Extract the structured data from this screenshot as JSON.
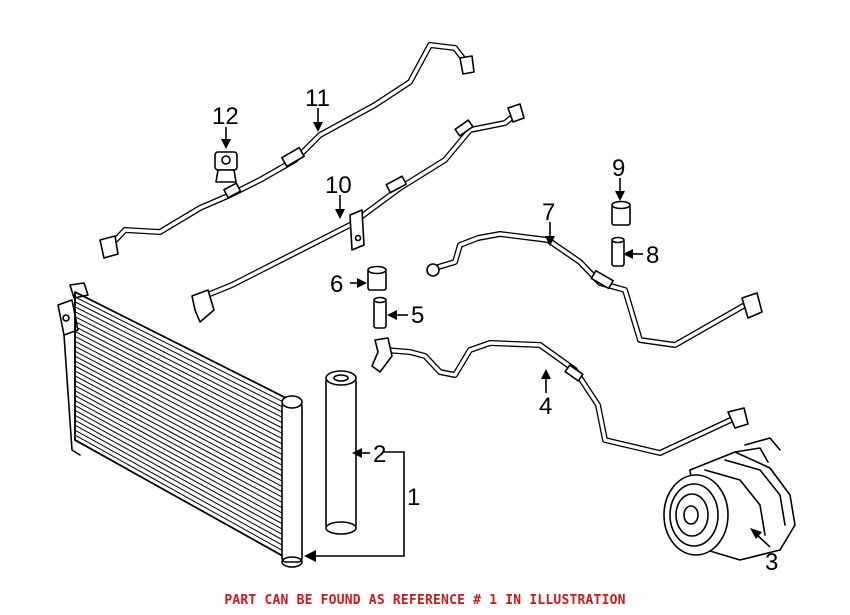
{
  "callouts": {
    "c1": "1",
    "c2": "2",
    "c3": "3",
    "c4": "4",
    "c5": "5",
    "c6": "6",
    "c7": "7",
    "c8": "8",
    "c9": "9",
    "c10": "10",
    "c11": "11",
    "c12": "12"
  },
  "footer_note": "PART CAN BE FOUND AS REFERENCE # 1 IN ILLUSTRATION",
  "colors": {
    "line": "#000000",
    "note": "#d0171b",
    "background": "#ffffff"
  }
}
